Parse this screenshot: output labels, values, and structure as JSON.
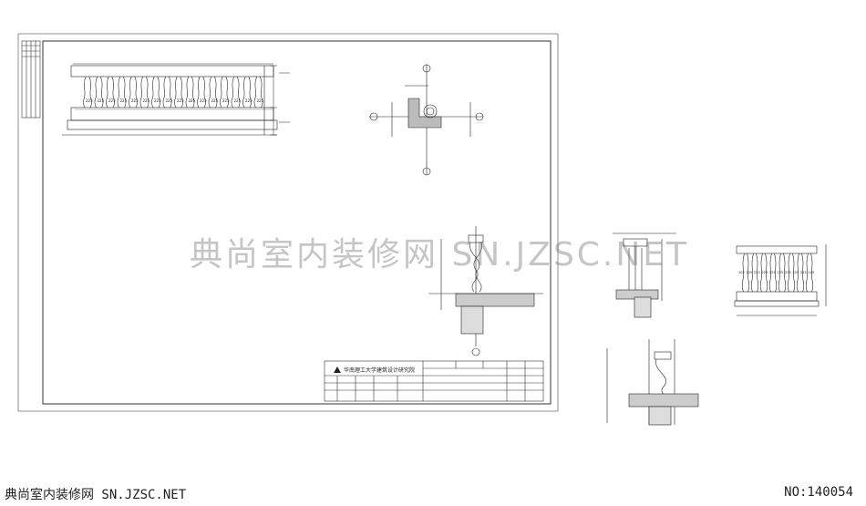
{
  "watermark": "典尚室内装修网 SN.JZSC.NET",
  "footer": {
    "site": "典尚室内装修网 SN.JZSC.NET",
    "number": "NO:140054"
  },
  "title_block": {
    "institute": "华南理工大学建筑设计研究院"
  },
  "balustrade_spacing": [
    "225",
    "225",
    "225",
    "225",
    "225",
    "225",
    "225",
    "225",
    "225",
    "225",
    "225",
    "225",
    "225",
    "225",
    "225",
    "225"
  ],
  "small_spacing": [
    "105",
    "225",
    "225",
    "225",
    "225",
    "225",
    "225",
    "225",
    "225",
    "105"
  ],
  "colors": {
    "line": "#222222",
    "frame": "#555555",
    "hatch": "#999999",
    "watermark": "#6e6e6e"
  }
}
